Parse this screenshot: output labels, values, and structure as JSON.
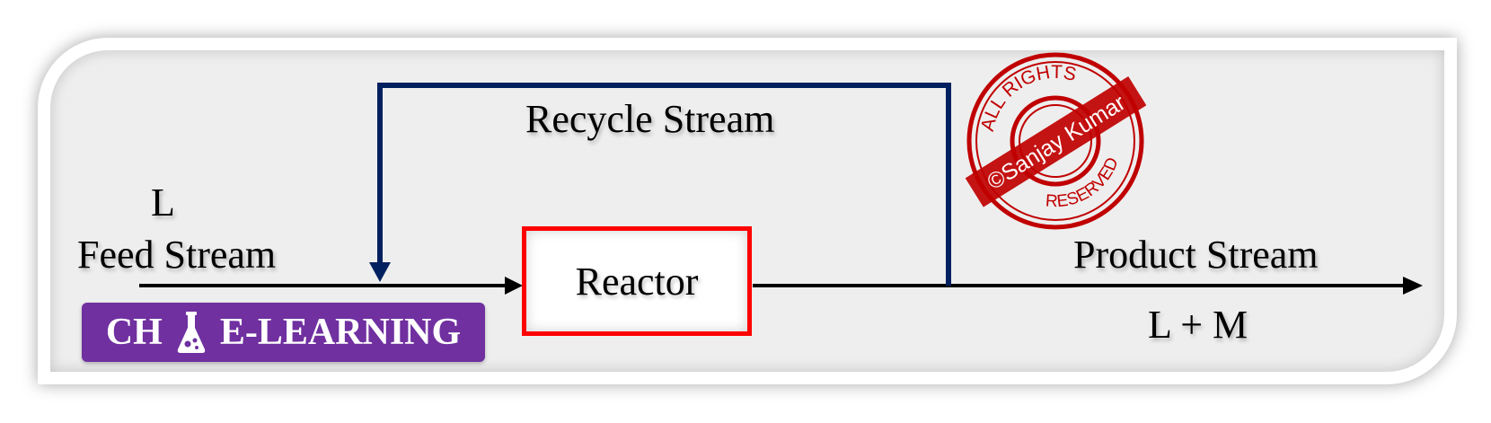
{
  "diagram": {
    "recycle_label": "Recycle Stream",
    "feed_top_label": "L",
    "feed_label": "Feed Stream",
    "reactor_label": "Reactor",
    "product_label": "Product Stream",
    "product_sub_label": "L + M"
  },
  "badge": {
    "left_text": "CH",
    "icon": "flask-icon",
    "right_text": "E-LEARNING",
    "color": "#7030a0"
  },
  "stamp": {
    "top_text": "ALL RIGHTS",
    "bottom_text": "RESERVED",
    "band_text": "©Sanjay Kumar",
    "color": "#c00000"
  },
  "colors": {
    "recycle_line": "#002060",
    "reactor_border": "#ff0000",
    "stream_line": "#000000",
    "frame_background": "#eeeeee"
  }
}
